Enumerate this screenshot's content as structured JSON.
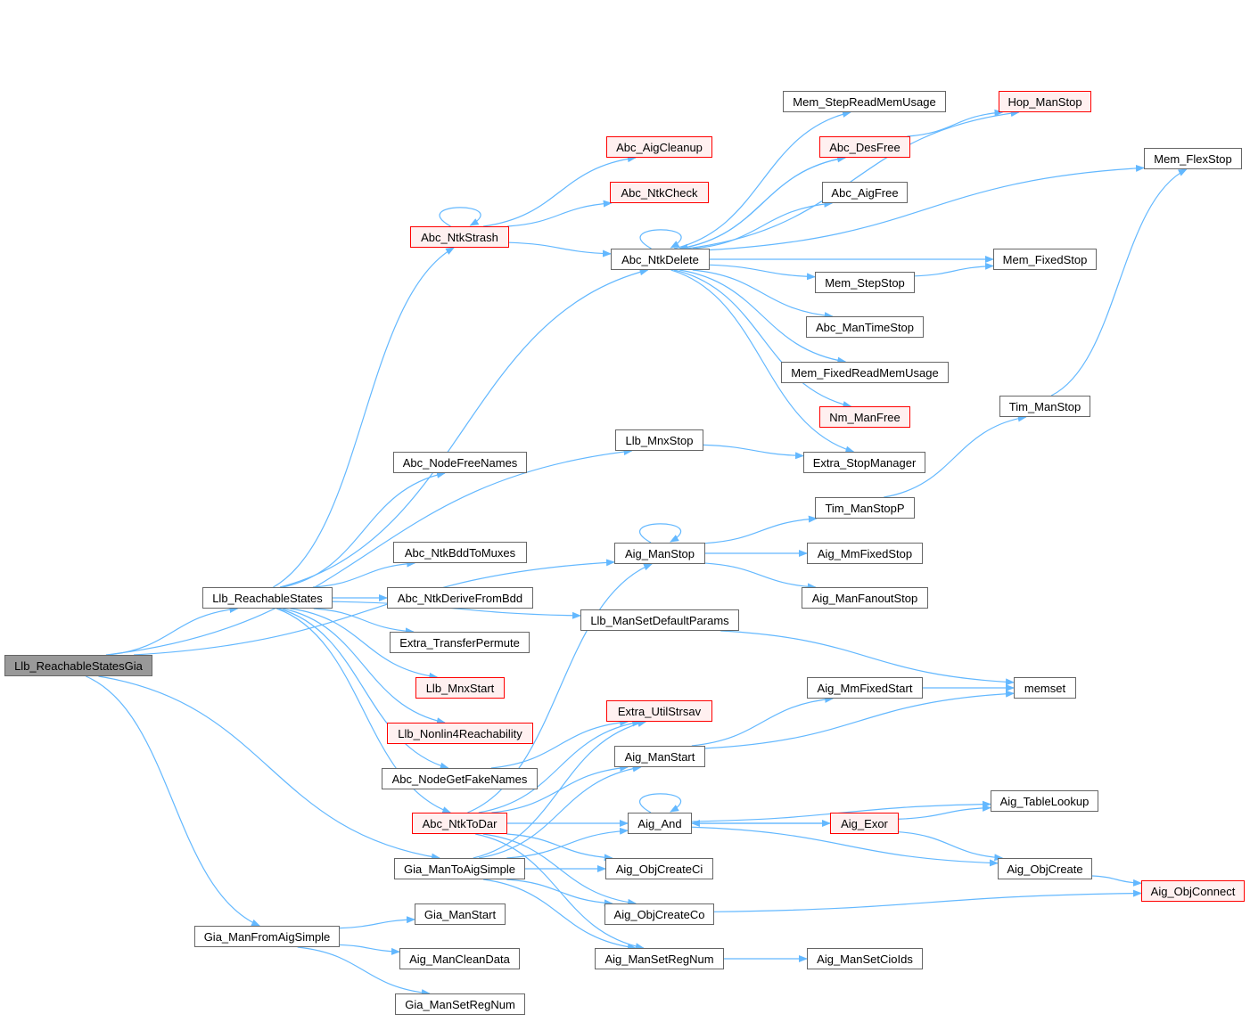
{
  "colors": {
    "edge": "#63b8ff",
    "root_fill": "#999999",
    "red_border": "#ff0000",
    "red_fill": "#fff0f0"
  },
  "nodes": [
    {
      "id": "root",
      "label": "Llb_ReachableStatesGia",
      "style": "root"
    },
    {
      "id": "rs",
      "label": "Llb_ReachableStates",
      "style": "normal"
    },
    {
      "id": "gfas",
      "label": "Gia_ManFromAigSimple",
      "style": "normal"
    },
    {
      "id": "strash",
      "label": "Abc_NtkStrash",
      "style": "red"
    },
    {
      "id": "cleanup",
      "label": "Abc_AigCleanup",
      "style": "red"
    },
    {
      "id": "check",
      "label": "Abc_NtkCheck",
      "style": "red"
    },
    {
      "id": "ndel",
      "label": "Abc_NtkDelete",
      "style": "normal"
    },
    {
      "id": "msrmu",
      "label": "Mem_StepReadMemUsage",
      "style": "normal"
    },
    {
      "id": "hop",
      "label": "Hop_ManStop",
      "style": "red"
    },
    {
      "id": "desfree",
      "label": "Abc_DesFree",
      "style": "red"
    },
    {
      "id": "aigfree",
      "label": "Abc_AigFree",
      "style": "normal"
    },
    {
      "id": "flex",
      "label": "Mem_FlexStop",
      "style": "normal"
    },
    {
      "id": "fixed",
      "label": "Mem_FixedStop",
      "style": "normal"
    },
    {
      "id": "stepstop",
      "label": "Mem_StepStop",
      "style": "normal"
    },
    {
      "id": "timestop",
      "label": "Abc_ManTimeStop",
      "style": "normal"
    },
    {
      "id": "mfrmu",
      "label": "Mem_FixedReadMemUsage",
      "style": "normal"
    },
    {
      "id": "nm",
      "label": "Nm_ManFree",
      "style": "red"
    },
    {
      "id": "tim",
      "label": "Tim_ManStop",
      "style": "normal"
    },
    {
      "id": "mnxstop",
      "label": "Llb_MnxStop",
      "style": "normal"
    },
    {
      "id": "extrastop",
      "label": "Extra_StopManager",
      "style": "normal"
    },
    {
      "id": "nfn",
      "label": "Abc_NodeFreeNames",
      "style": "normal"
    },
    {
      "id": "timp",
      "label": "Tim_ManStopP",
      "style": "normal"
    },
    {
      "id": "aigstop",
      "label": "Aig_ManStop",
      "style": "normal"
    },
    {
      "id": "mmfs",
      "label": "Aig_MmFixedStop",
      "style": "normal"
    },
    {
      "id": "bddmux",
      "label": "Abc_NtkBddToMuxes",
      "style": "normal"
    },
    {
      "id": "derive",
      "label": "Abc_NtkDeriveFromBdd",
      "style": "normal"
    },
    {
      "id": "fanout",
      "label": "Aig_ManFanoutStop",
      "style": "normal"
    },
    {
      "id": "defp",
      "label": "Llb_ManSetDefaultParams",
      "style": "normal"
    },
    {
      "id": "transfer",
      "label": "Extra_TransferPermute",
      "style": "normal"
    },
    {
      "id": "mnxstart",
      "label": "Llb_MnxStart",
      "style": "red"
    },
    {
      "id": "mmfstart",
      "label": "Aig_MmFixedStart",
      "style": "normal"
    },
    {
      "id": "memset",
      "label": "memset",
      "style": "normal"
    },
    {
      "id": "strsav",
      "label": "Extra_UtilStrsav",
      "style": "red"
    },
    {
      "id": "nonlin",
      "label": "Llb_Nonlin4Reachability",
      "style": "red"
    },
    {
      "id": "aigstart",
      "label": "Aig_ManStart",
      "style": "normal"
    },
    {
      "id": "fake",
      "label": "Abc_NodeGetFakeNames",
      "style": "normal"
    },
    {
      "id": "table",
      "label": "Aig_TableLookup",
      "style": "normal"
    },
    {
      "id": "todar",
      "label": "Abc_NtkToDar",
      "style": "red"
    },
    {
      "id": "and",
      "label": "Aig_And",
      "style": "normal"
    },
    {
      "id": "exor",
      "label": "Aig_Exor",
      "style": "red"
    },
    {
      "id": "gtas",
      "label": "Gia_ManToAigSimple",
      "style": "normal"
    },
    {
      "id": "ci",
      "label": "Aig_ObjCreateCi",
      "style": "normal"
    },
    {
      "id": "ocreate",
      "label": "Aig_ObjCreate",
      "style": "normal"
    },
    {
      "id": "connect",
      "label": "Aig_ObjConnect",
      "style": "red"
    },
    {
      "id": "giastart",
      "label": "Gia_ManStart",
      "style": "normal"
    },
    {
      "id": "co",
      "label": "Aig_ObjCreateCo",
      "style": "normal"
    },
    {
      "id": "cleandata",
      "label": "Aig_ManCleanData",
      "style": "normal"
    },
    {
      "id": "regnum",
      "label": "Aig_ManSetRegNum",
      "style": "normal"
    },
    {
      "id": "cioids",
      "label": "Aig_ManSetCioIds",
      "style": "normal"
    },
    {
      "id": "giaregnum",
      "label": "Gia_ManSetRegNum",
      "style": "normal"
    }
  ],
  "edges": [
    [
      "root",
      "rs"
    ],
    [
      "root",
      "mnxstop"
    ],
    [
      "root",
      "aigstop"
    ],
    [
      "root",
      "gtas"
    ],
    [
      "root",
      "gfas"
    ],
    [
      "rs",
      "strash"
    ],
    [
      "rs",
      "ndel"
    ],
    [
      "rs",
      "nfn"
    ],
    [
      "rs",
      "defp"
    ],
    [
      "rs",
      "bddmux"
    ],
    [
      "rs",
      "derive"
    ],
    [
      "rs",
      "transfer"
    ],
    [
      "rs",
      "mnxstart"
    ],
    [
      "rs",
      "nonlin"
    ],
    [
      "rs",
      "fake"
    ],
    [
      "rs",
      "todar"
    ],
    [
      "strash",
      "strash"
    ],
    [
      "strash",
      "cleanup"
    ],
    [
      "strash",
      "check"
    ],
    [
      "strash",
      "ndel"
    ],
    [
      "ndel",
      "ndel"
    ],
    [
      "ndel",
      "msrmu"
    ],
    [
      "ndel",
      "hop"
    ],
    [
      "ndel",
      "desfree"
    ],
    [
      "ndel",
      "aigfree"
    ],
    [
      "ndel",
      "flex"
    ],
    [
      "ndel",
      "fixed"
    ],
    [
      "ndel",
      "stepstop"
    ],
    [
      "ndel",
      "timestop"
    ],
    [
      "ndel",
      "mfrmu"
    ],
    [
      "ndel",
      "nm"
    ],
    [
      "ndel",
      "extrastop"
    ],
    [
      "desfree",
      "ndel"
    ],
    [
      "desfree",
      "hop"
    ],
    [
      "stepstop",
      "fixed"
    ],
    [
      "tim",
      "flex"
    ],
    [
      "mnxstop",
      "extrastop"
    ],
    [
      "timp",
      "tim"
    ],
    [
      "aigstop",
      "aigstop"
    ],
    [
      "aigstop",
      "timp"
    ],
    [
      "aigstop",
      "mmfs"
    ],
    [
      "aigstop",
      "fanout"
    ],
    [
      "defp",
      "memset"
    ],
    [
      "mmfstart",
      "memset"
    ],
    [
      "aigstart",
      "mmfstart"
    ],
    [
      "aigstart",
      "memset"
    ],
    [
      "fake",
      "strsav"
    ],
    [
      "todar",
      "strsav"
    ],
    [
      "todar",
      "aigstart"
    ],
    [
      "todar",
      "and"
    ],
    [
      "todar",
      "aigstop"
    ],
    [
      "todar",
      "ci"
    ],
    [
      "todar",
      "co"
    ],
    [
      "todar",
      "regnum"
    ],
    [
      "and",
      "and"
    ],
    [
      "and",
      "exor"
    ],
    [
      "and",
      "ocreate"
    ],
    [
      "and",
      "table"
    ],
    [
      "exor",
      "and"
    ],
    [
      "exor",
      "table"
    ],
    [
      "exor",
      "ocreate"
    ],
    [
      "ocreate",
      "connect"
    ],
    [
      "co",
      "connect"
    ],
    [
      "gtas",
      "strsav"
    ],
    [
      "gtas",
      "aigstart"
    ],
    [
      "gtas",
      "and"
    ],
    [
      "gtas",
      "ci"
    ],
    [
      "gtas",
      "co"
    ],
    [
      "gtas",
      "regnum"
    ],
    [
      "gfas",
      "giastart"
    ],
    [
      "gfas",
      "cleandata"
    ],
    [
      "gfas",
      "giaregnum"
    ],
    [
      "regnum",
      "cioids"
    ]
  ]
}
